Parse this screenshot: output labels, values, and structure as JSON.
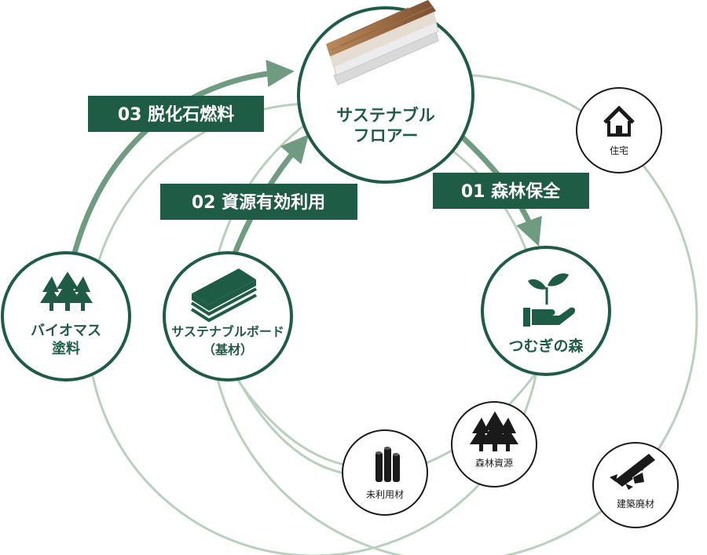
{
  "colors": {
    "brand_green": "#1f5c46",
    "arrow_green": "#6f9c80",
    "ring_light": "#b9d0bf",
    "dark": "#1a1a1a"
  },
  "center": {
    "line1": "サステナブル",
    "line2": "フロアー",
    "image": "layered-wood-flooring-sample"
  },
  "tags": {
    "t01": "01 森林保全",
    "t02": "02 資源有効利用",
    "t03": "03 脱化石燃料"
  },
  "nodes": {
    "forest": {
      "label": "つむぎの森",
      "icon": "sprout-in-hand-icon"
    },
    "board": {
      "line1": "サステナブルボード",
      "line2": "（基材）",
      "icon": "board-stack-icon"
    },
    "biomass": {
      "line1": "バイオマス",
      "line2": "塗料",
      "icon": "trees-icon"
    }
  },
  "small_nodes": {
    "house": {
      "label": "住宅",
      "icon": "house-icon"
    },
    "forest_resources": {
      "label": "森林資源",
      "icon": "trees-icon"
    },
    "unused_wood": {
      "label": "未利用材",
      "icon": "logs-icon"
    },
    "demolition": {
      "label": "建築廃材",
      "icon": "debris-icon"
    }
  }
}
